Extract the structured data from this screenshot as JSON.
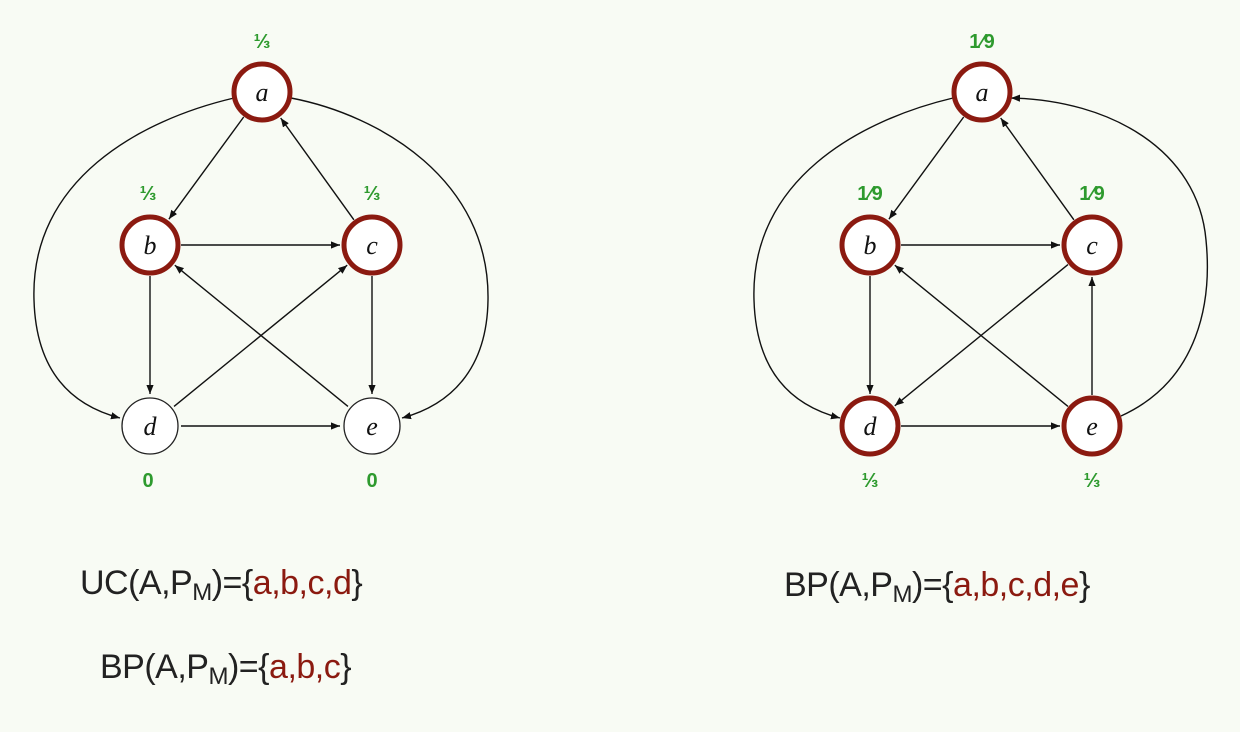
{
  "colors": {
    "highlight": "#8b1a10",
    "weight": "#2e9a2e",
    "edge": "#111111",
    "background": "#f8fbf4"
  },
  "graphs": [
    {
      "nodes": [
        {
          "id": "a",
          "label": "a",
          "highlighted": true,
          "weight": "⅓"
        },
        {
          "id": "b",
          "label": "b",
          "highlighted": true,
          "weight": "⅓"
        },
        {
          "id": "c",
          "label": "c",
          "highlighted": true,
          "weight": "⅓"
        },
        {
          "id": "d",
          "label": "d",
          "highlighted": false,
          "weight": "0"
        },
        {
          "id": "e",
          "label": "e",
          "highlighted": false,
          "weight": "0"
        }
      ],
      "edges": [
        {
          "from": "a",
          "to": "b"
        },
        {
          "from": "c",
          "to": "a"
        },
        {
          "from": "b",
          "to": "c"
        },
        {
          "from": "b",
          "to": "d"
        },
        {
          "from": "c",
          "to": "e"
        },
        {
          "from": "d",
          "to": "c"
        },
        {
          "from": "e",
          "to": "b"
        },
        {
          "from": "d",
          "to": "e"
        },
        {
          "from": "a",
          "to": "d",
          "curved": true
        },
        {
          "from": "a",
          "to": "e",
          "curved": true
        }
      ],
      "formulas": [
        {
          "head": "UC(A,P",
          "sub": "M",
          "mid": ")={",
          "set": "a,b,c,d",
          "tail": "}"
        },
        {
          "head": "BP(A,P",
          "sub": "M",
          "mid": ")={",
          "set": "a,b,c",
          "tail": "}"
        }
      ]
    },
    {
      "nodes": [
        {
          "id": "a",
          "label": "a",
          "highlighted": true,
          "weight": "1⁄9"
        },
        {
          "id": "b",
          "label": "b",
          "highlighted": true,
          "weight": "1⁄9"
        },
        {
          "id": "c",
          "label": "c",
          "highlighted": true,
          "weight": "1⁄9"
        },
        {
          "id": "d",
          "label": "d",
          "highlighted": true,
          "weight": "⅓"
        },
        {
          "id": "e",
          "label": "e",
          "highlighted": true,
          "weight": "⅓"
        }
      ],
      "edges": [
        {
          "from": "a",
          "to": "b"
        },
        {
          "from": "c",
          "to": "a"
        },
        {
          "from": "b",
          "to": "c"
        },
        {
          "from": "b",
          "to": "d"
        },
        {
          "from": "e",
          "to": "c"
        },
        {
          "from": "c",
          "to": "d"
        },
        {
          "from": "e",
          "to": "b"
        },
        {
          "from": "d",
          "to": "e"
        },
        {
          "from": "a",
          "to": "d",
          "curved": true
        },
        {
          "from": "e",
          "to": "a",
          "curved": true
        }
      ],
      "formulas": [
        {
          "head": "BP(A,P",
          "sub": "M",
          "mid": ")={",
          "set": "a,b,c,d,e",
          "tail": "}"
        }
      ]
    }
  ]
}
